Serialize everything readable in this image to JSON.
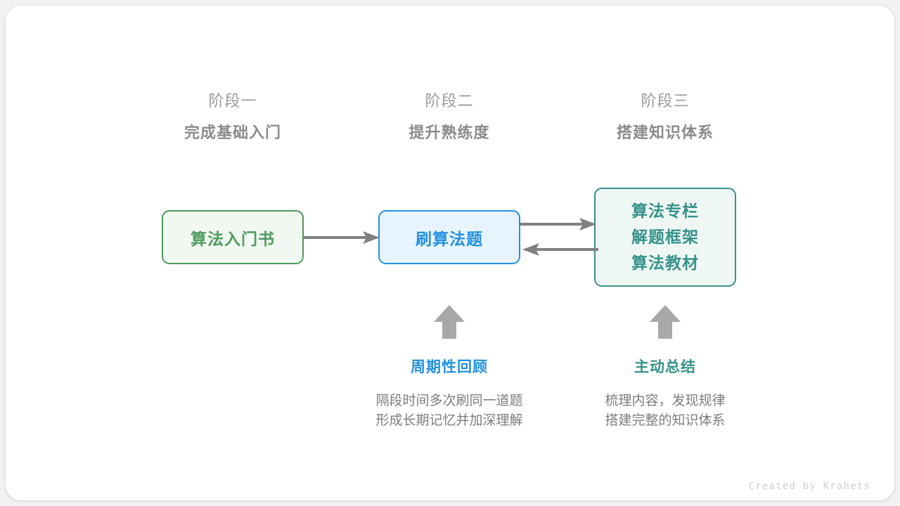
{
  "stages": [
    {
      "index_label": "阶段一",
      "title": "完成基础入门"
    },
    {
      "index_label": "阶段二",
      "title": "提升熟练度"
    },
    {
      "index_label": "阶段三",
      "title": "搭建知识体系"
    }
  ],
  "nodes": {
    "book": {
      "label": "算法入门书",
      "color": "#4e9b5e",
      "fill": "#f1f8f1",
      "border": "#4f9a5b"
    },
    "practice": {
      "label": "刷算法题",
      "color": "#2291e0",
      "fill": "#e8f4fd",
      "border": "#2291e0"
    },
    "resources": {
      "lines": [
        "算法专栏",
        "解题框架",
        "算法教材"
      ],
      "color": "#36928a",
      "fill": "#eff7f5",
      "border": "#36928a"
    }
  },
  "connectors": {
    "book_to_practice": {
      "direction": "right",
      "color": "#808080"
    },
    "practice_to_resources": {
      "direction": "right",
      "color": "#808080"
    },
    "resources_to_practice": {
      "direction": "left",
      "color": "#808080"
    },
    "up_arrow_review": {
      "direction": "up",
      "color": "#a8a8a8"
    },
    "up_arrow_summary": {
      "direction": "up",
      "color": "#a8a8a8"
    }
  },
  "annotations": [
    {
      "title": "周期性回顾",
      "color": "#2291e0",
      "desc_lines": [
        "隔段时间多次刷同一道题",
        "形成长期记忆并加深理解"
      ]
    },
    {
      "title": "主动总结",
      "color": "#36928a",
      "desc_lines": [
        "梳理内容，发现规律",
        "搭建完整的知识体系"
      ]
    }
  ],
  "footer": {
    "credit": "Created by Krahets"
  }
}
